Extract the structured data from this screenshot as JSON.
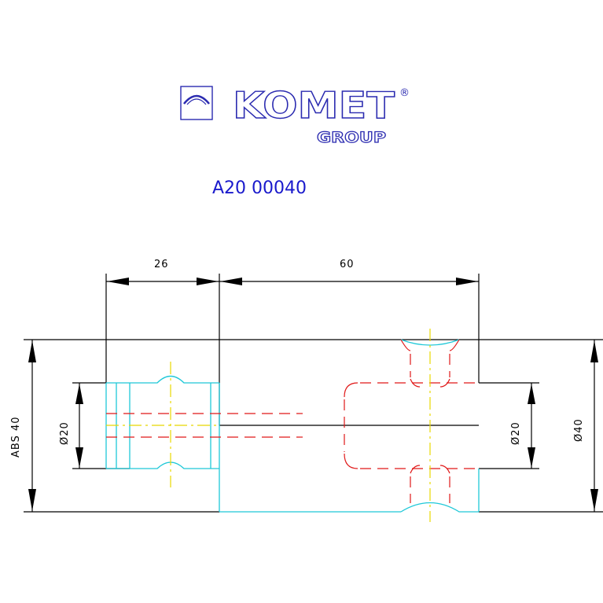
{
  "logo": {
    "brand": "KOMET",
    "group": "GROUP",
    "registered_mark": "®",
    "color": "#2b2bb0"
  },
  "part_code": "A20 00040",
  "dimensions": {
    "top_left": "26",
    "top_right": "60",
    "left_height": "ABS 40",
    "left_inner_diameter": "Ø20",
    "right_inner_diameter": "Ø20",
    "right_outer_diameter": "Ø40"
  },
  "colors": {
    "outline": "#000000",
    "part_edges": "#1ec8d8",
    "hidden_lines": "#e01818",
    "center_lines": "#e8d800",
    "code_text": "#1a1acc"
  }
}
